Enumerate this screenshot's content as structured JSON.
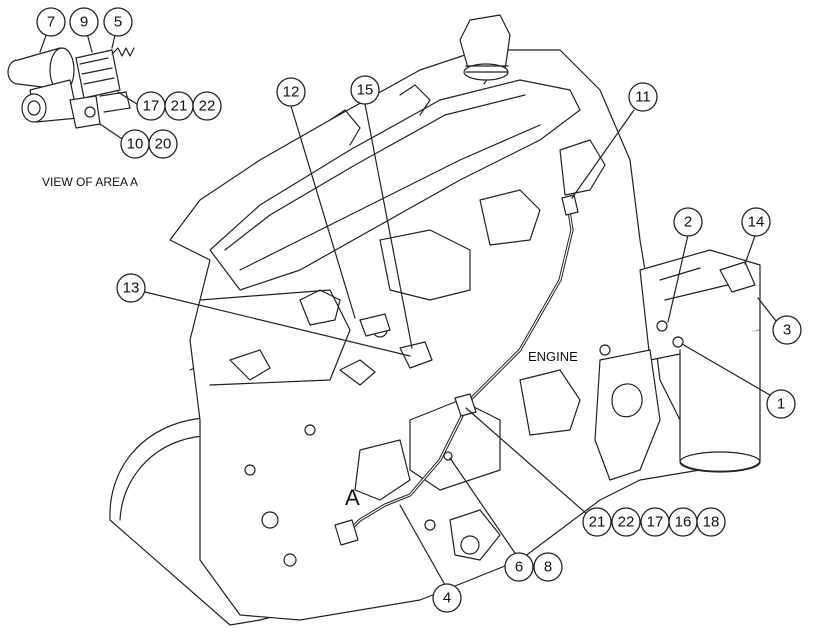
{
  "diagram": {
    "view_label": "VIEW OF AREA A",
    "engine_label": "ENGINE",
    "area_marker": "A",
    "callouts": {
      "c7": "7",
      "c9": "9",
      "c5": "5",
      "c17a": "17",
      "c21a": "21",
      "c22a": "22",
      "c10": "10",
      "c20": "20",
      "c12": "12",
      "c15": "15",
      "c11": "11",
      "c13": "13",
      "c2": "2",
      "c14": "14",
      "c3": "3",
      "c1": "1",
      "c21b": "21",
      "c22b": "22",
      "c17b": "17",
      "c16": "16",
      "c18": "18",
      "c6": "6",
      "c8": "8",
      "c4": "4"
    }
  }
}
